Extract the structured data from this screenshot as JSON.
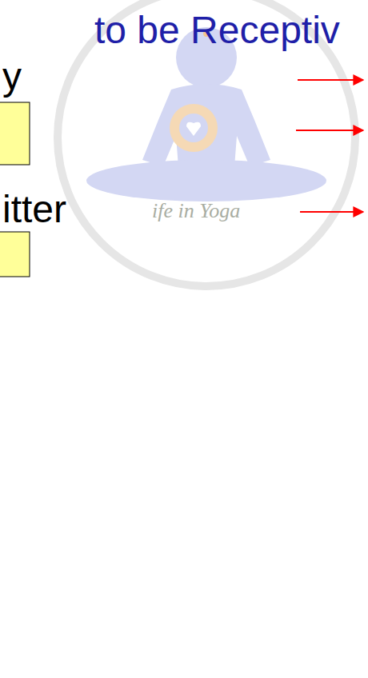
{
  "diagram": {
    "title": "to be Receptiv",
    "labels": [
      "y",
      "itter",
      "ife in Yoga"
    ]
  }
}
